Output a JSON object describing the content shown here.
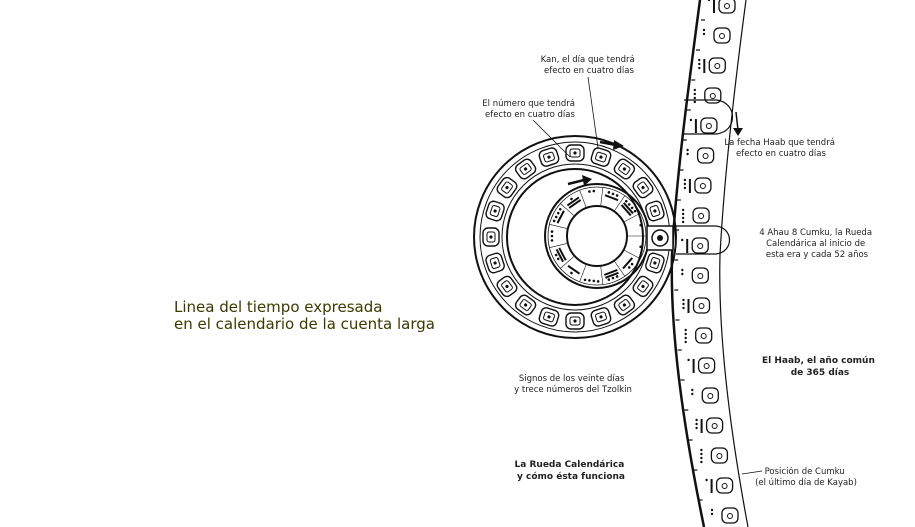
{
  "title": {
    "line1": "Linea del tiempo expresada",
    "line2": "en el calendario de la cuenta larga"
  },
  "labels": {
    "kan": [
      "Kan, el día que tendrá",
      "efecto en cuatro días"
    ],
    "numero": [
      "El número que tendrá",
      "efecto en cuatro días"
    ],
    "haab_fecha": [
      "La fecha Haab que tendrá",
      "efecto en cuatro días"
    ],
    "ahau": [
      "4 Ahau 8 Cumku, la Rueda",
      "Calendárica al inicio de",
      "esta era y cada 52 años"
    ],
    "haab": [
      "El Haab, el año común",
      "de 365 días"
    ],
    "signos": [
      "Signos de los veinte días",
      "y trece números del Tzolkin"
    ],
    "rueda": [
      "La Rueda Calendárica",
      "y cómo ésta funciona"
    ],
    "cumku": [
      "Posición de Cumku",
      "(el último día de Kayab)"
    ]
  }
}
